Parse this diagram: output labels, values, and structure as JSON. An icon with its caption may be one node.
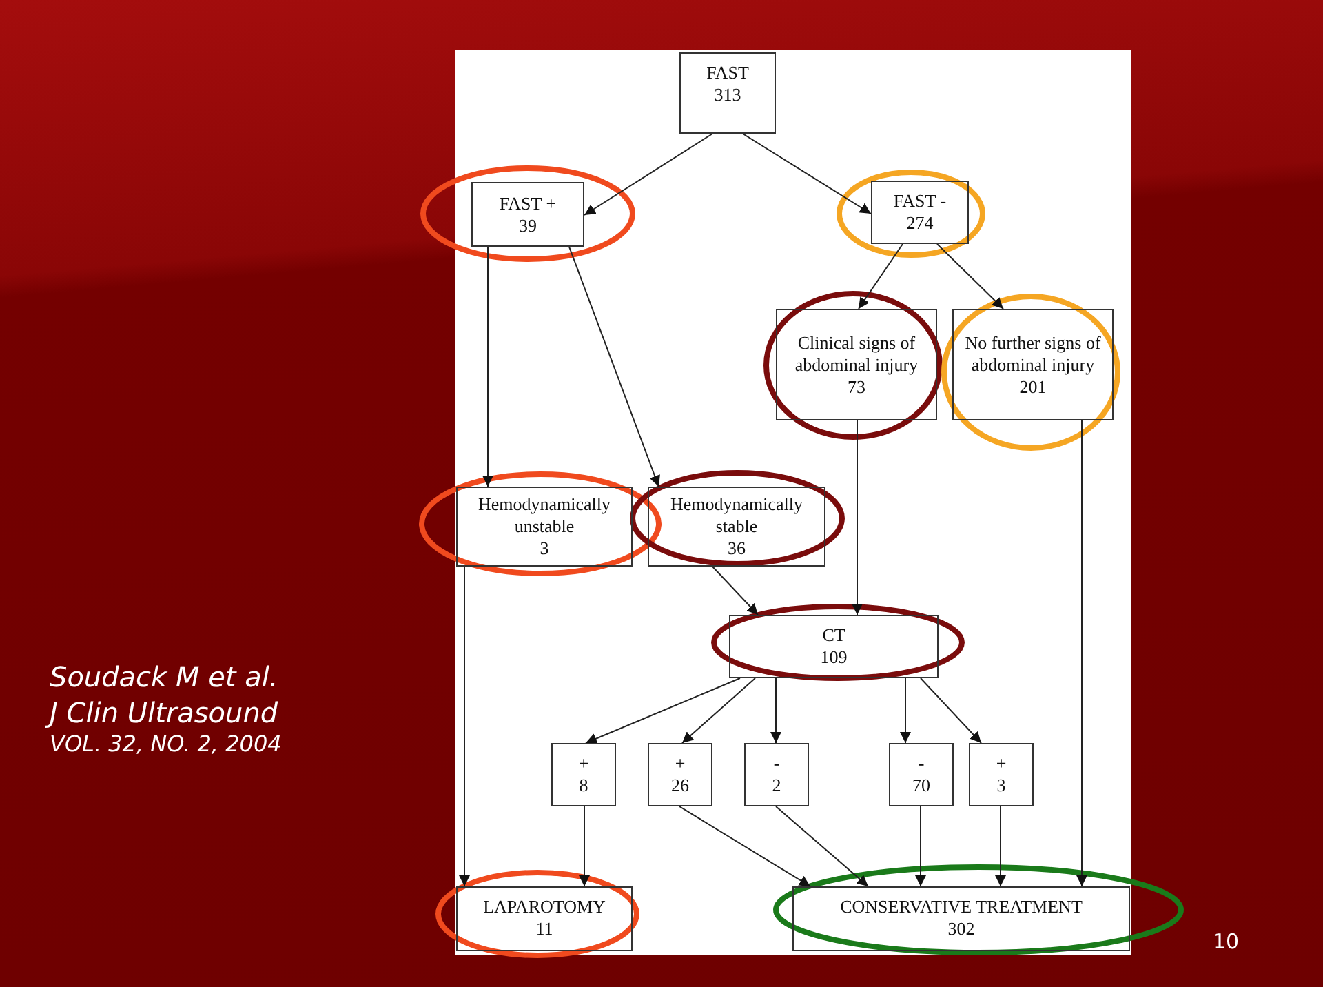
{
  "diagram": {
    "nodes": [
      {
        "text": [
          "FAST",
          "313"
        ]
      },
      {
        "text": [
          "FAST +",
          "39"
        ]
      },
      {
        "text": [
          "FAST -",
          "274"
        ]
      },
      {
        "text": [
          "Clinical signs of abdominal injury",
          "73"
        ]
      },
      {
        "text": [
          "No further signs of abdominal injury",
          "201"
        ]
      },
      {
        "text": [
          "Hemodynamically unstable",
          "3"
        ]
      },
      {
        "text": [
          "Hemodynamically stable",
          "36"
        ]
      },
      {
        "text": [
          "CT",
          "109"
        ]
      },
      {
        "text": [
          "+",
          "8"
        ]
      },
      {
        "text": [
          "+",
          "26"
        ]
      },
      {
        "text": [
          "-",
          "2"
        ]
      },
      {
        "text": [
          "-",
          "70"
        ]
      },
      {
        "text": [
          "+",
          "3"
        ]
      },
      {
        "text": [
          "LAPAROTOMY",
          "11"
        ]
      },
      {
        "text": [
          "CONSERVATIVE TREATMENT",
          "302"
        ]
      }
    ],
    "edges": [
      {
        "from": 0,
        "to": 1,
        "arrow": "to"
      },
      {
        "from": 0,
        "to": 2,
        "arrow": "to"
      },
      {
        "from": 1,
        "to": 5,
        "arrow": "to"
      },
      {
        "from": 1,
        "to": 6,
        "arrow": "to"
      },
      {
        "from": 2,
        "to": 3,
        "arrow": "to"
      },
      {
        "from": 2,
        "to": 4,
        "arrow": "to"
      },
      {
        "from": 3,
        "to": 7,
        "arrow": "to"
      },
      {
        "from": 4,
        "to": 14,
        "arrow": "to"
      },
      {
        "from": 5,
        "to": 13,
        "arrow": "to"
      },
      {
        "from": 6,
        "to": 7,
        "arrow": "to"
      },
      {
        "from": 7,
        "to": 8,
        "arrow": "to"
      },
      {
        "from": 7,
        "to": 9,
        "arrow": "to"
      },
      {
        "from": 7,
        "to": 10,
        "arrow": "to"
      },
      {
        "from": 7,
        "to": 11,
        "arrow": "to"
      },
      {
        "from": 7,
        "to": 12,
        "arrow": "to"
      },
      {
        "from": 8,
        "to": 13,
        "arrow": "to"
      },
      {
        "from": 9,
        "to": 14,
        "arrow": "to"
      },
      {
        "from": 10,
        "to": 14,
        "arrow": "to"
      },
      {
        "from": 11,
        "to": 14,
        "arrow": "to"
      },
      {
        "from": 12,
        "to": 14,
        "arrow": "to"
      }
    ],
    "labels": [
      "Soudack M et al.",
      "J Clin Ultrasound",
      "VOL. 32, NO. 2, 2004",
      "10"
    ]
  }
}
